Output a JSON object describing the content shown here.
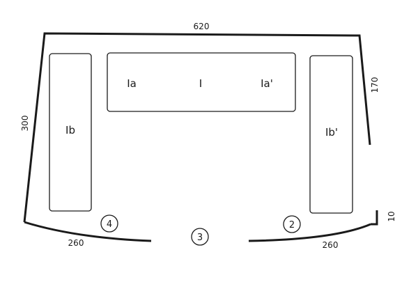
{
  "dimensions": {
    "top": "620",
    "left": "300",
    "right": "170",
    "small_right": "10",
    "bottom_left": "260",
    "bottom_right": "260"
  },
  "areas": {
    "top_center": "I",
    "top_left": "Ia",
    "top_right": "Ia'",
    "left": "Ib",
    "right": "Ib'"
  },
  "markers": {
    "left": "4",
    "center": "3",
    "right": "2"
  }
}
